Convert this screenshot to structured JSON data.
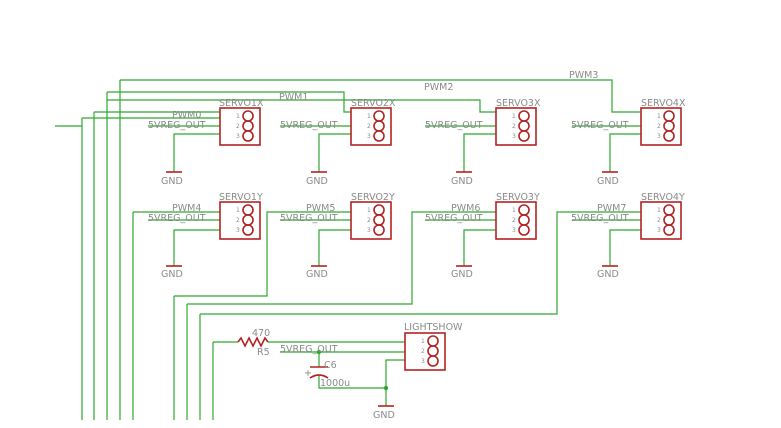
{
  "colors": {
    "wire": "#2fa82f",
    "component": "#b22222",
    "label": "#8a8a8a"
  },
  "net_labels": {
    "pwm0": "PWM0",
    "pwm1": "PWM1",
    "pwm2": "PWM2",
    "pwm3": "PWM3",
    "pwm4": "PWM4",
    "pwm5": "PWM5",
    "pwm6": "PWM6",
    "pwm7": "PWM7",
    "vreg": "5VREG_OUT",
    "gnd": "GND"
  },
  "connectors": {
    "servo1x": "SERVO1X",
    "servo2x": "SERVO2X",
    "servo3x": "SERVO3X",
    "servo4x": "SERVO4X",
    "servo1y": "SERVO1Y",
    "servo2y": "SERVO2Y",
    "servo3y": "SERVO3Y",
    "servo4y": "SERVO4Y",
    "lightshow": "LIGHTSHOW"
  },
  "pins": {
    "p1": "1",
    "p2": "2",
    "p3": "3"
  },
  "resistor": {
    "name": "R5",
    "value": "470"
  },
  "capacitor": {
    "name": "C6",
    "value": "1000u",
    "polarity": "+"
  }
}
